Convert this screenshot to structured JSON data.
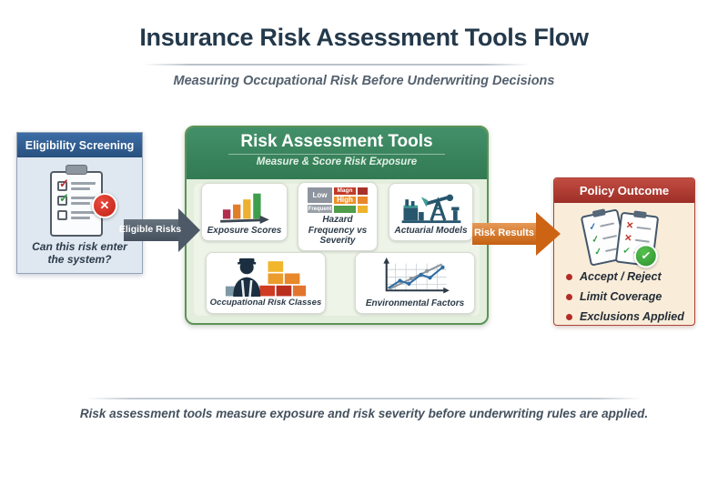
{
  "header": {
    "title": "Insurance Risk Assessment Tools Flow",
    "subtitle": "Measuring Occupational Risk Before Underwriting Decisions"
  },
  "eligibility": {
    "title": "Eligibility Screening",
    "question": "Can this risk enter the system?",
    "icon": "clipboard-checklist-reject-icon"
  },
  "flow": {
    "eligible_arrow_label": "Eligible Risks",
    "results_arrow_label": "Risk Results"
  },
  "assessment": {
    "title": "Risk Assessment Tools",
    "subtitle": "Measure & Score Risk Exposure",
    "tools": [
      {
        "label": "Exposure Scores",
        "icon": "bar-chart-icon"
      },
      {
        "label": "Hazard Frequency vs Severity",
        "icon": "risk-matrix-icon",
        "matrix": {
          "low": "Low",
          "magnitude": "Magn",
          "high": "High",
          "frequent": "Frequent"
        }
      },
      {
        "label": "Actuarial Models",
        "icon": "oil-pumpjack-icon"
      },
      {
        "label": "Occupational Risk Classes",
        "icon": "worker-blocks-icon"
      },
      {
        "label": "Environmental Factors",
        "icon": "line-chart-icon"
      }
    ]
  },
  "outcome": {
    "title": "Policy Outcome",
    "icon": "clipboards-approved-icon",
    "bullets": [
      "Accept / Reject",
      "Limit Coverage",
      "Exclusions Applied"
    ]
  },
  "footer": {
    "caption": "Risk assessment tools measure exposure and risk severity before underwriting rules are applied."
  },
  "colors": {
    "eligibility_header": "#2e5b92",
    "assessment_header": "#38875a",
    "outcome_header": "#ab3a30",
    "eligible_arrow": "#4d5966",
    "results_arrow": "#cd6413",
    "title_text": "#24394b"
  }
}
